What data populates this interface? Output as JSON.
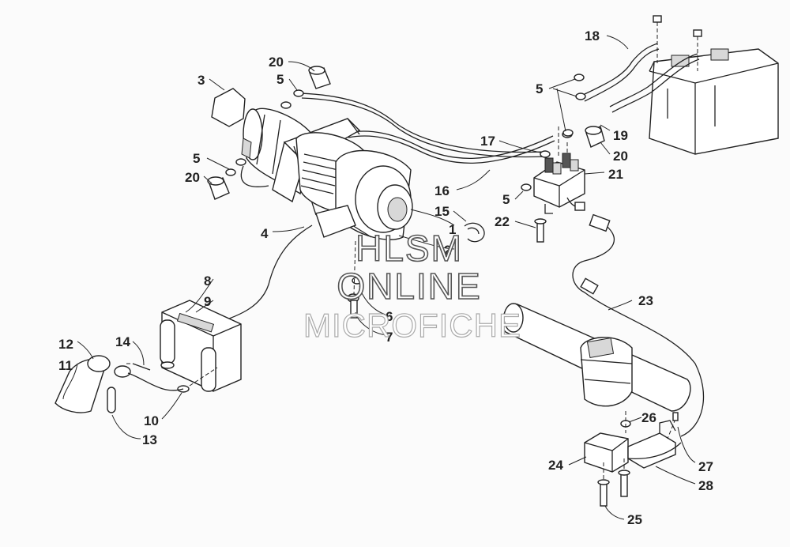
{
  "watermark": {
    "line1": "HLSM",
    "line2": "ONLINE",
    "line3": "MICROFICHE"
  },
  "callouts": {
    "c1": "1",
    "c2": "2",
    "c3": "3",
    "c4": "4",
    "c5a": "5",
    "c5b": "5",
    "c5c": "5",
    "c5d": "5",
    "c6": "6",
    "c7": "7",
    "c8": "8",
    "c9": "9",
    "c10": "10",
    "c11": "11",
    "c12": "12",
    "c13": "13",
    "c14": "14",
    "c15": "15",
    "c16": "16",
    "c17": "17",
    "c18": "18",
    "c19": "19",
    "c20a": "20",
    "c20b": "20",
    "c20c": "20",
    "c21": "21",
    "c22": "22",
    "c23": "23",
    "c24": "24",
    "c25": "25",
    "c26": "26",
    "c27": "27",
    "c28": "28"
  }
}
